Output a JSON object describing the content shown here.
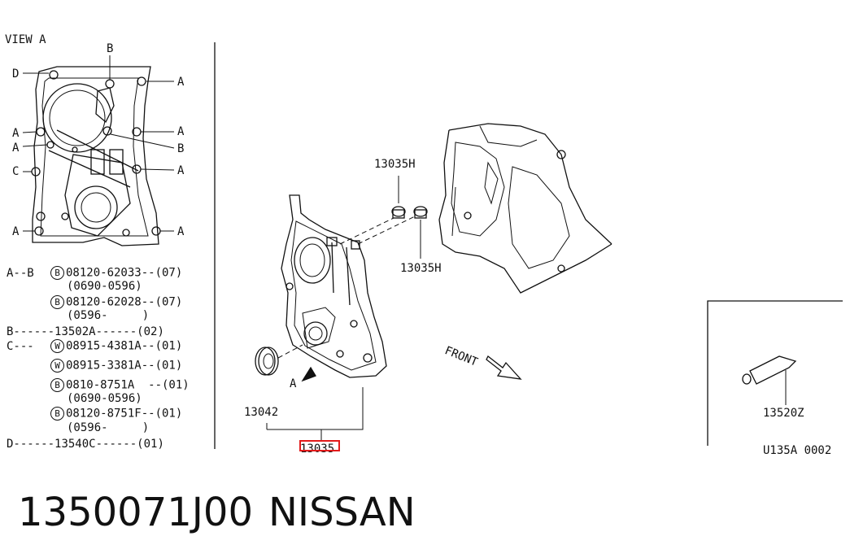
{
  "view": {
    "title": "VIEW A"
  },
  "view_labels": {
    "top_b": "B",
    "d": "D",
    "a1": "A",
    "a_left1": "A",
    "a2": "A",
    "a_left2": "A",
    "b_right": "B",
    "c": "C",
    "a3": "A",
    "a_left3": "A",
    "a4": "A"
  },
  "legend": [
    {
      "prefix": "A--B ",
      "badge": "B",
      "text": "08120-62033--(07)"
    },
    {
      "prefix": "",
      "badge": "",
      "text": "(0690-0596)"
    },
    {
      "prefix": "",
      "badge": "B",
      "text": "08120-62028--(07)"
    },
    {
      "prefix": "",
      "badge": "",
      "text": "(0596-     )"
    },
    {
      "prefix": "B------",
      "badge": "",
      "text": "13502A------(02)"
    },
    {
      "prefix": "C---",
      "badge": "W",
      "text": "08915-4381A--(01)"
    },
    {
      "prefix": "",
      "badge": "W",
      "text": "08915-3381A--(01)"
    },
    {
      "prefix": "",
      "badge": "B",
      "text": "0810-8751A  --(01)"
    },
    {
      "prefix": "",
      "badge": "",
      "text": "(0690-0596)"
    },
    {
      "prefix": "",
      "badge": "B",
      "text": "08120-8751F--(01)"
    },
    {
      "prefix": "",
      "badge": "",
      "text": "(0596-     )"
    },
    {
      "prefix": "D------",
      "badge": "",
      "text": "13540C------(01)"
    }
  ],
  "callouts": {
    "plug_top": "13035H",
    "plug_bottom": "13035H",
    "seal": "13042",
    "cover": "13035",
    "view_arrow": "A",
    "front": "FRONT",
    "sealant": "13520Z",
    "diagram_code": "U135A 0002"
  },
  "footer": {
    "part_number": "1350071J00",
    "brand": "NISSAN"
  },
  "colors": {
    "highlight": "#e21b1b",
    "ink": "#111111"
  }
}
